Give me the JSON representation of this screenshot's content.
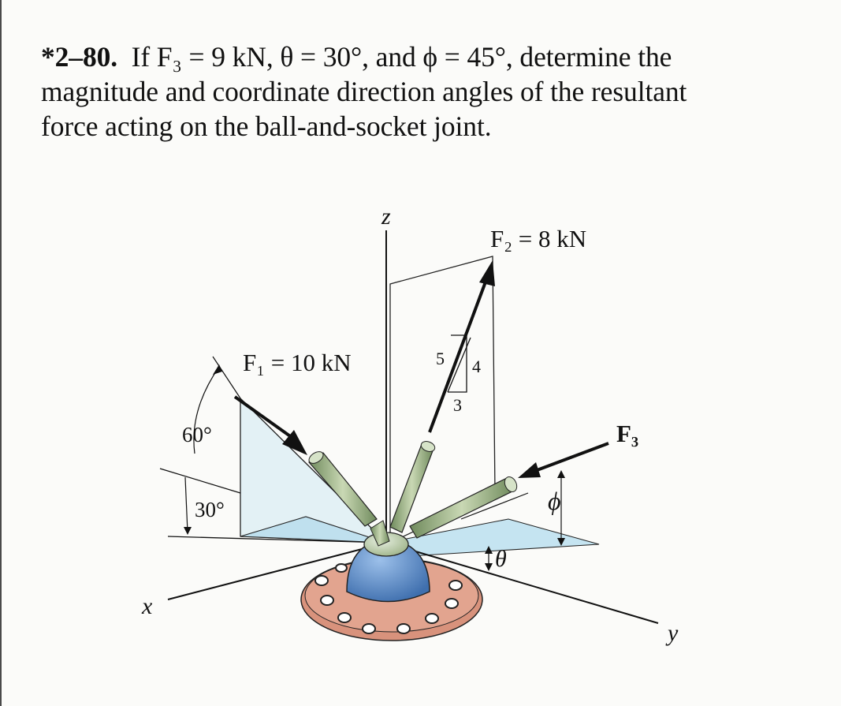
{
  "problem": {
    "number": "*2–80.",
    "line1_text": "If F₃ = 9 kN, θ = 30°, and ϕ = 45°, determine the",
    "line2": "magnitude and coordinate direction angles of the resultant",
    "line3": "force acting on the ball-and-socket joint."
  },
  "figure": {
    "axis_z": "z",
    "axis_x": "x",
    "axis_y": "y",
    "f1_label": "F₁ = 10 kN",
    "f2_label": "F₂ = 8 kN",
    "f3_label": "F₃",
    "angle_60": "60°",
    "angle_30": "30°",
    "triangle_5": "5",
    "triangle_4": "4",
    "triangle_3": "3",
    "phi_label": "ϕ",
    "theta_label": "θ"
  },
  "colors": {
    "plane_tint": "#dbeef3",
    "rod_green": "#9fb48a",
    "dome_blue": "#5f8fc9",
    "flange_orange": "#d8927c"
  }
}
